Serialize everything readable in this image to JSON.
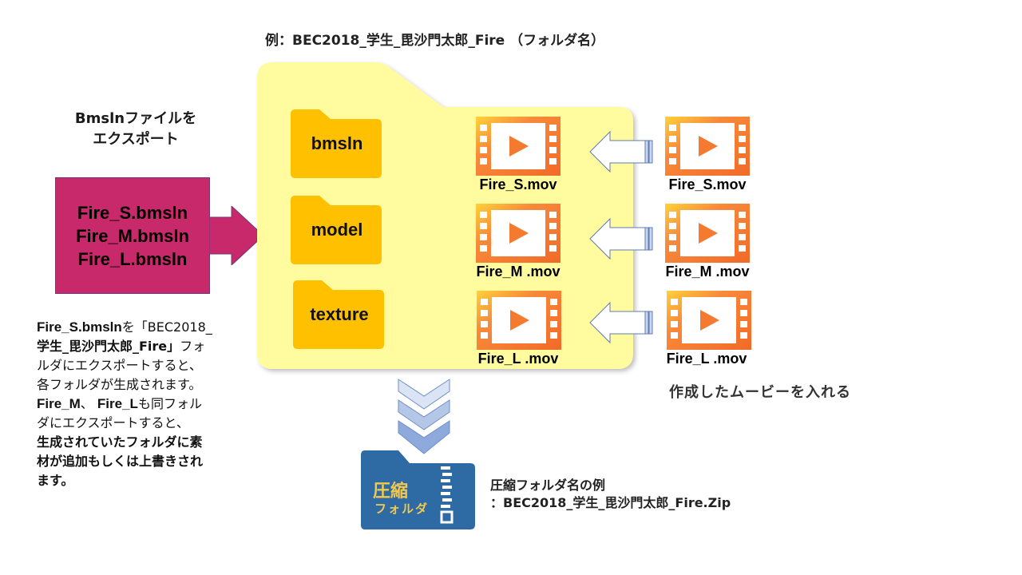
{
  "top_caption": "例：BEC2018_学生_毘沙門太郎_Fire （フォルダ名）",
  "export_title": {
    "line1": "Bmslnファイルを",
    "line2": "エクスポート"
  },
  "bmsln_files": [
    "Fire_S.bmsln",
    "Fire_M.bmsln",
    "Fire_L.bmsln"
  ],
  "description": {
    "line1_bold": "Fire_S.bmsln",
    "line1_rest": "を「BEC2018_",
    "line2_bold": "学生_毘沙門太郎_Fire」",
    "line2_rest": "フォ",
    "line3": "ルダにエクスポートすると、",
    "line4": "各フォルダが生成されます。",
    "line5_bold1": "Fire_M",
    "line5_sep": "、",
    "line5_bold2": "Fire_L",
    "line5_rest": "も同フォル",
    "line6": "ダにエクスポートすると、",
    "line7": "生成されていたフォルダに素",
    "line8": "材が追加もしくは上書きされ",
    "line9": "ます。"
  },
  "subfolders": [
    "bmsln",
    "model",
    "texture"
  ],
  "movies_inside": [
    "Fire_S.mov",
    "Fire_M .mov",
    "Fire_L .mov"
  ],
  "movies_outside": [
    "Fire_S.mov",
    "Fire_M .mov",
    "Fire_L .mov"
  ],
  "movies_caption": "作成したムービーを入れる",
  "zip_folder": {
    "label_line1": "圧縮",
    "label_line2": "フォルダ"
  },
  "zip_caption": {
    "line1": "圧縮フォルダ名の例",
    "line2": "：BEC2018_学生_毘沙門太郎_Fire.Zip"
  },
  "colors": {
    "big_folder": "#fff9a0",
    "sub_folder": "#ffc000",
    "magenta": "#c8296a",
    "movie_orange": "#f47a30",
    "zip_blue": "#2e6aa3",
    "chevron_blue": "#8eaadb"
  }
}
